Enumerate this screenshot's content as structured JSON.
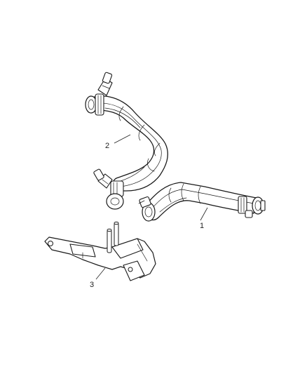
{
  "diagram": {
    "callouts": [
      {
        "id": "1",
        "label": "1"
      },
      {
        "id": "2",
        "label": "2"
      },
      {
        "id": "3",
        "label": "3"
      }
    ],
    "colors": {
      "ink": "#1a1a1a",
      "background": "#ffffff"
    }
  }
}
